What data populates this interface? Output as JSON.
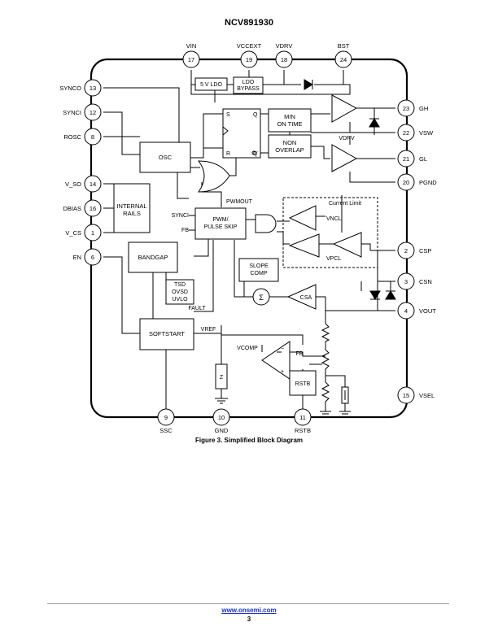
{
  "header": {
    "title": "NCV891930"
  },
  "pins_top": [
    {
      "name": "VIN",
      "num": "17"
    },
    {
      "name": "VCCEXT",
      "num": "19"
    },
    {
      "name": "VDRV",
      "num": "18"
    },
    {
      "name": "BST",
      "num": "24"
    }
  ],
  "pins_left": [
    {
      "name": "SYNCO",
      "num": "13"
    },
    {
      "name": "SYNCI",
      "num": "12"
    },
    {
      "name": "ROSC",
      "num": "8"
    },
    {
      "name": "V_SO",
      "num": "14"
    },
    {
      "name": "DBIAS",
      "num": "16"
    },
    {
      "name": "V_CS",
      "num": "1"
    },
    {
      "name": "EN",
      "num": "6"
    }
  ],
  "pins_right": [
    {
      "name": "GH",
      "num": "23"
    },
    {
      "name": "VSW",
      "num": "22"
    },
    {
      "name": "GL",
      "num": "21"
    },
    {
      "name": "PGND",
      "num": "20"
    },
    {
      "name": "CSP",
      "num": "2"
    },
    {
      "name": "CSN",
      "num": "3"
    },
    {
      "name": "VOUT",
      "num": "4"
    },
    {
      "name": "VSEL",
      "num": "15"
    }
  ],
  "pins_bottom": [
    {
      "name": "SSC",
      "num": "9"
    },
    {
      "name": "GND",
      "num": "10"
    },
    {
      "name": "RSTB",
      "num": "11"
    }
  ],
  "blocks": {
    "ldo5": "5 V LDO",
    "ldo_bypass_1": "LDO",
    "ldo_bypass_2": "BYPASS",
    "osc": "OSC",
    "min_on_1": "MIN",
    "min_on_2": "ON TIME",
    "non_overlap_1": "NON",
    "non_overlap_2": "OVERLAP",
    "internal_rails_1": "INTERNAL",
    "internal_rails_2": "RAILS",
    "bandgap": "BANDGAP",
    "pwm_1": "PWM/",
    "pwm_2": "PULSE SKIP",
    "slope_1": "SLOPE",
    "slope_2": "COMP",
    "tsd": "TSD",
    "ovsd": "OVSD",
    "uvlo": "UVLO",
    "softstart": "SOFTSTART",
    "rstb": "RSTB",
    "z": "Z"
  },
  "labels": {
    "ff_s": "S",
    "ff_q": "Q",
    "ff_r": "R",
    "ff_qbar": "Q",
    "vdrv_inner": "VDRV",
    "pwmout": "PWMOUT",
    "synci_in": "SYNCI",
    "fb_in": "FB",
    "current_limit": "Current Limit",
    "vncl": "VNCL",
    "vpcl": "VPCL",
    "csa": "CSA",
    "sigma": "Σ",
    "fault": "FAULT",
    "vref": "VREF",
    "vcomp": "VCOMP",
    "fb2": "FB",
    "minus": "−",
    "plus": "+"
  },
  "caption": "Figure 3. Simplified Block Diagram",
  "footer": {
    "website": "www.onsemi.com",
    "page": "3"
  }
}
